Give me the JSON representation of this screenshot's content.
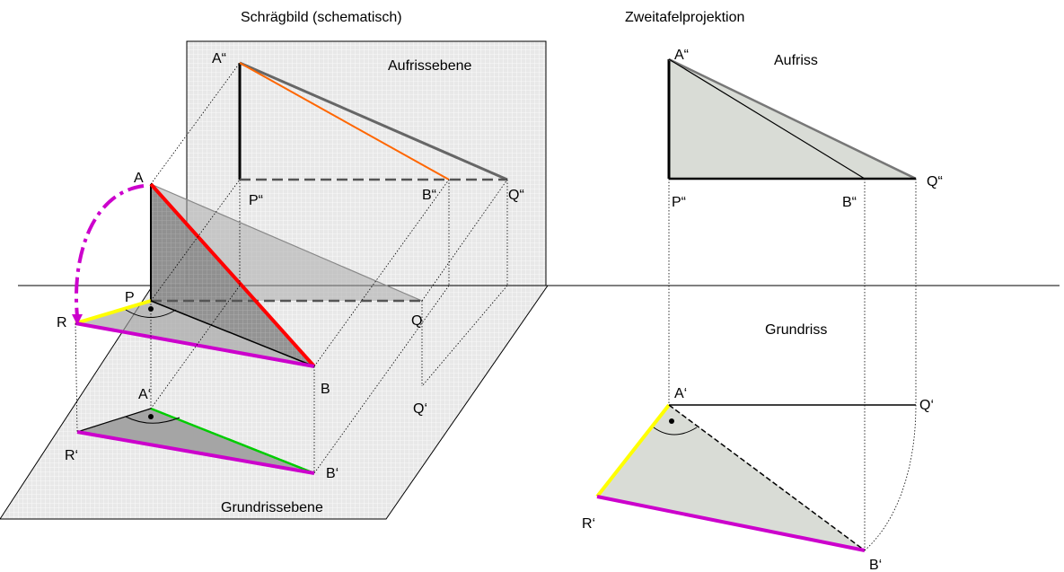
{
  "titles": {
    "left": "Schrägbild (schematisch)",
    "right": "Zweitafelprojektion"
  },
  "planes": {
    "aufrissebene": "Aufrissebene",
    "grundrissebene": "Grundrissebene",
    "aufriss": "Aufriss",
    "grundriss": "Grundriss"
  },
  "points_left": {
    "A2": "A“",
    "P2": "P“",
    "B2": "B“",
    "Q2": "Q“",
    "A": "A",
    "P": "P",
    "Q": "Q",
    "R": "R",
    "B": "B",
    "Q1": "Q‘",
    "A1": "A‘",
    "R1": "R‘",
    "B1": "B‘"
  },
  "points_right": {
    "A2": "A“",
    "P2": "P“",
    "B2": "B“",
    "Q2": "Q“",
    "A1": "A‘",
    "Q1": "Q‘",
    "R1": "R‘",
    "B1": "B‘"
  },
  "colors": {
    "magenta": "#cc00cc",
    "yellow": "#ffff00",
    "red": "#ff0000",
    "orange": "#ff6600",
    "green": "#00cc00",
    "plane_fill": "#e6e6e6",
    "triangle_fill": "#d9dcd6"
  }
}
